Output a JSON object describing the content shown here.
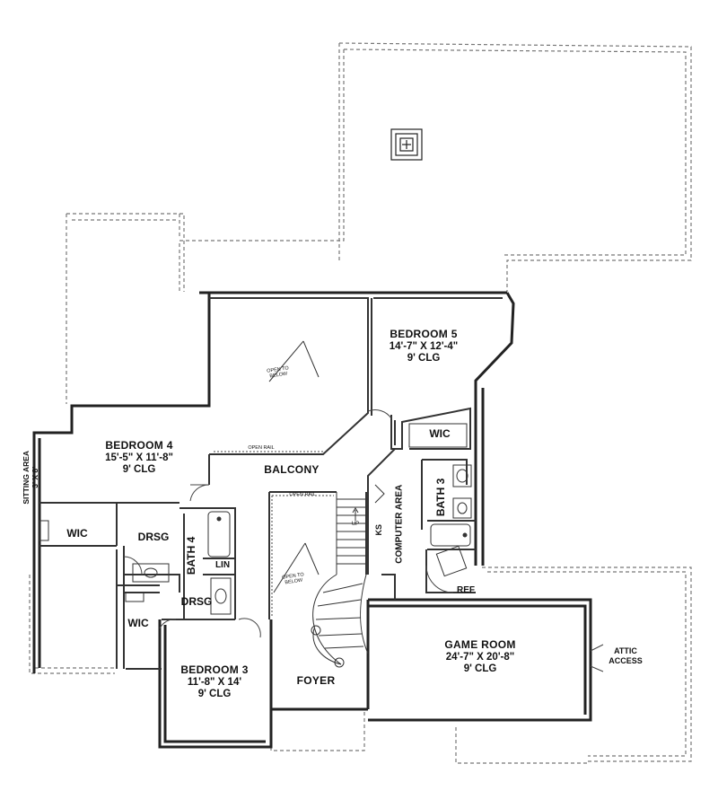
{
  "plan": {
    "rooms": {
      "bedroom5": {
        "name": "BEDROOM 5",
        "size": "14'-7\" X 12'-4\"",
        "ceiling": "9' CLG"
      },
      "bedroom4": {
        "name": "BEDROOM 4",
        "size": "15'-5\" X 11'-8\"",
        "ceiling": "9' CLG"
      },
      "bedroom3": {
        "name": "BEDROOM 3",
        "size": "11'-8\" X 14'",
        "ceiling": "9' CLG"
      },
      "game_room": {
        "name": "GAME ROOM",
        "size": "24'-7\" X 20'-8\"",
        "ceiling": "9' CLG"
      },
      "balcony": {
        "name": "BALCONY"
      },
      "foyer": {
        "name": "FOYER"
      },
      "computer_area": {
        "name": "COMPUTER AREA"
      },
      "sitting_area": {
        "name": "SITTING AREA",
        "size": "3' X 8'"
      }
    },
    "utility": {
      "wic_bed5": "WIC",
      "wic_bed4": "WIC",
      "wic_bed3": "WIC",
      "drsg_bed4": "DRSG",
      "drsg_bed3": "DRSG",
      "bath4": "BATH 4",
      "bath3": "BATH 3",
      "lin": "LIN",
      "ref": "REF",
      "ks": "KS",
      "attic": "ATTIC ACCESS"
    },
    "notes": {
      "open_to_below_top": "OPEN TO BELOW",
      "open_to_below_foyer": "OPEN TO BELOW",
      "open_rail_balcony": "OPEN RAIL",
      "open_rail_stair": "OPEN RAIL",
      "stair_up": "UP"
    }
  }
}
